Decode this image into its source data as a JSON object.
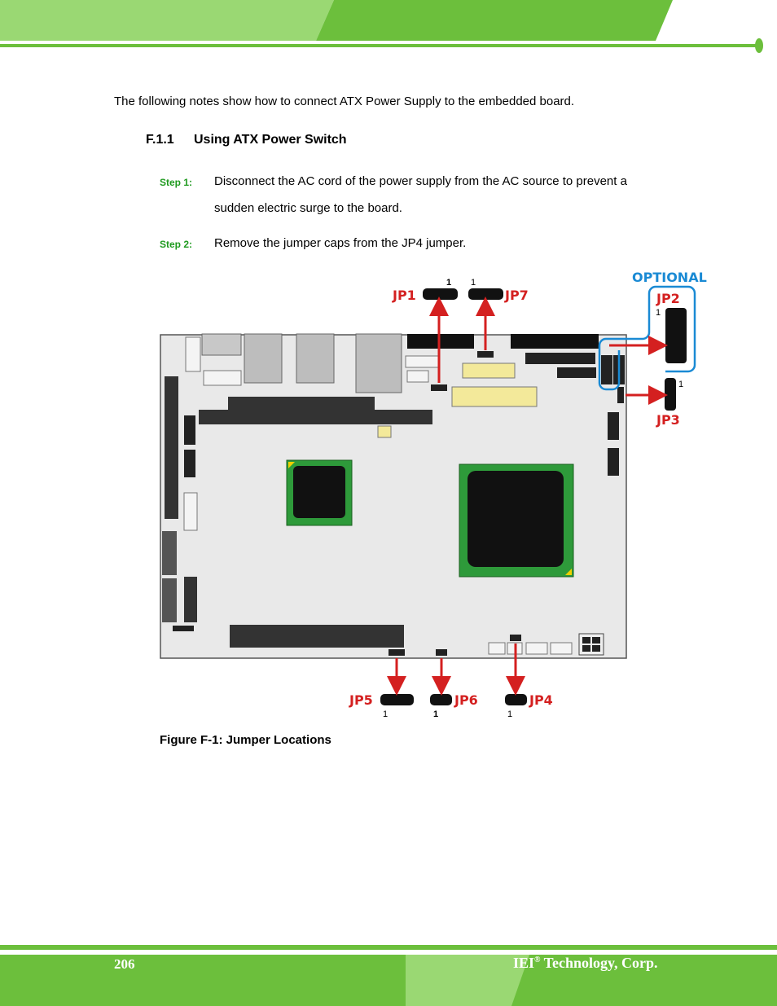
{
  "page": {
    "intro": "The following notes show how to connect ATX Power Supply to the embedded board.",
    "section": {
      "number": "F.1.1",
      "title": "Using ATX Power Switch"
    },
    "steps": [
      {
        "label": "Step 1:",
        "text": "Disconnect the AC cord of the power supply from the AC source to prevent a sudden electric surge to the board."
      },
      {
        "label": "Step 2:",
        "text": "Remove the jumper caps from the JP4 jumper."
      }
    ],
    "figure": {
      "caption": "Figure F-1: Jumper Locations",
      "optional_label": "OPTIONAL",
      "jumpers": {
        "jp1": "JP1",
        "jp7": "JP7",
        "jp2": "JP2",
        "jp3": "JP3",
        "jp5": "JP5",
        "jp6": "JP6",
        "jp4": "JP4"
      },
      "pin_one": "1"
    }
  },
  "footer": {
    "page_number": "206",
    "company_prefix": "IEI",
    "company_mark": "®",
    "company_suffix": " Technology, Corp."
  },
  "colors": {
    "brand_green": "#6cbf3c",
    "light_green": "#9ad873",
    "step_green": "#1f9a1f",
    "jumper_red": "#d42020",
    "optional_blue": "#1a8ad4"
  }
}
